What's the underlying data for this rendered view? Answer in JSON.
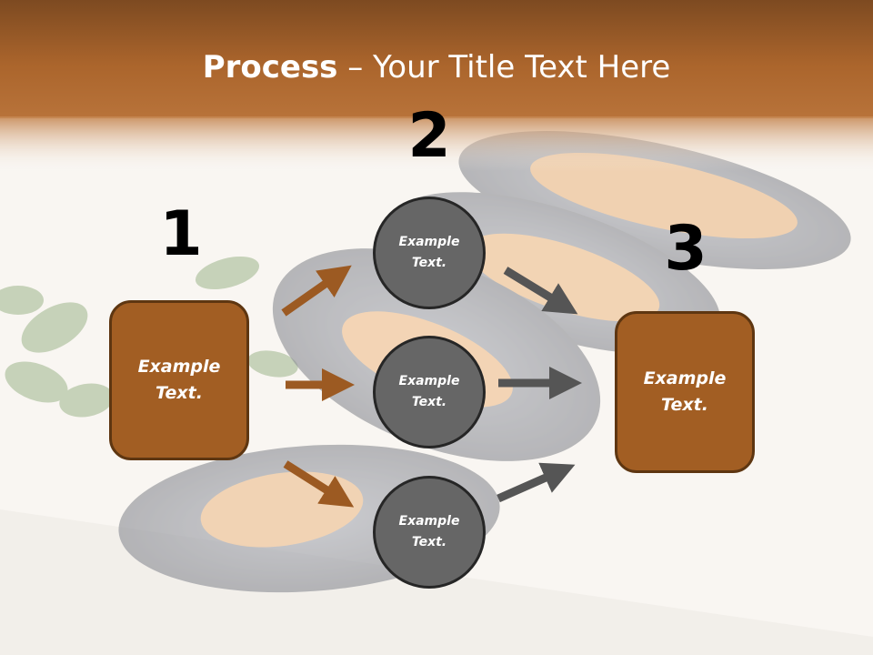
{
  "title": {
    "bold": "Process",
    "rest": " – Your Title Text Here"
  },
  "steps": [
    {
      "number": "1",
      "label": "Example\nText."
    },
    {
      "number": "2",
      "items": [
        "Example\nText.",
        "Example\nText.",
        "Example\nText."
      ]
    },
    {
      "number": "3",
      "label": "Example\nText."
    }
  ],
  "colors": {
    "header_band": "#a9622a",
    "box_fill": "#a25e23",
    "circle_fill": "#666666",
    "arrow_brown": "#9c5a22",
    "arrow_gray": "#555555"
  },
  "background_image": "mussels-on-plate-with-parsley"
}
